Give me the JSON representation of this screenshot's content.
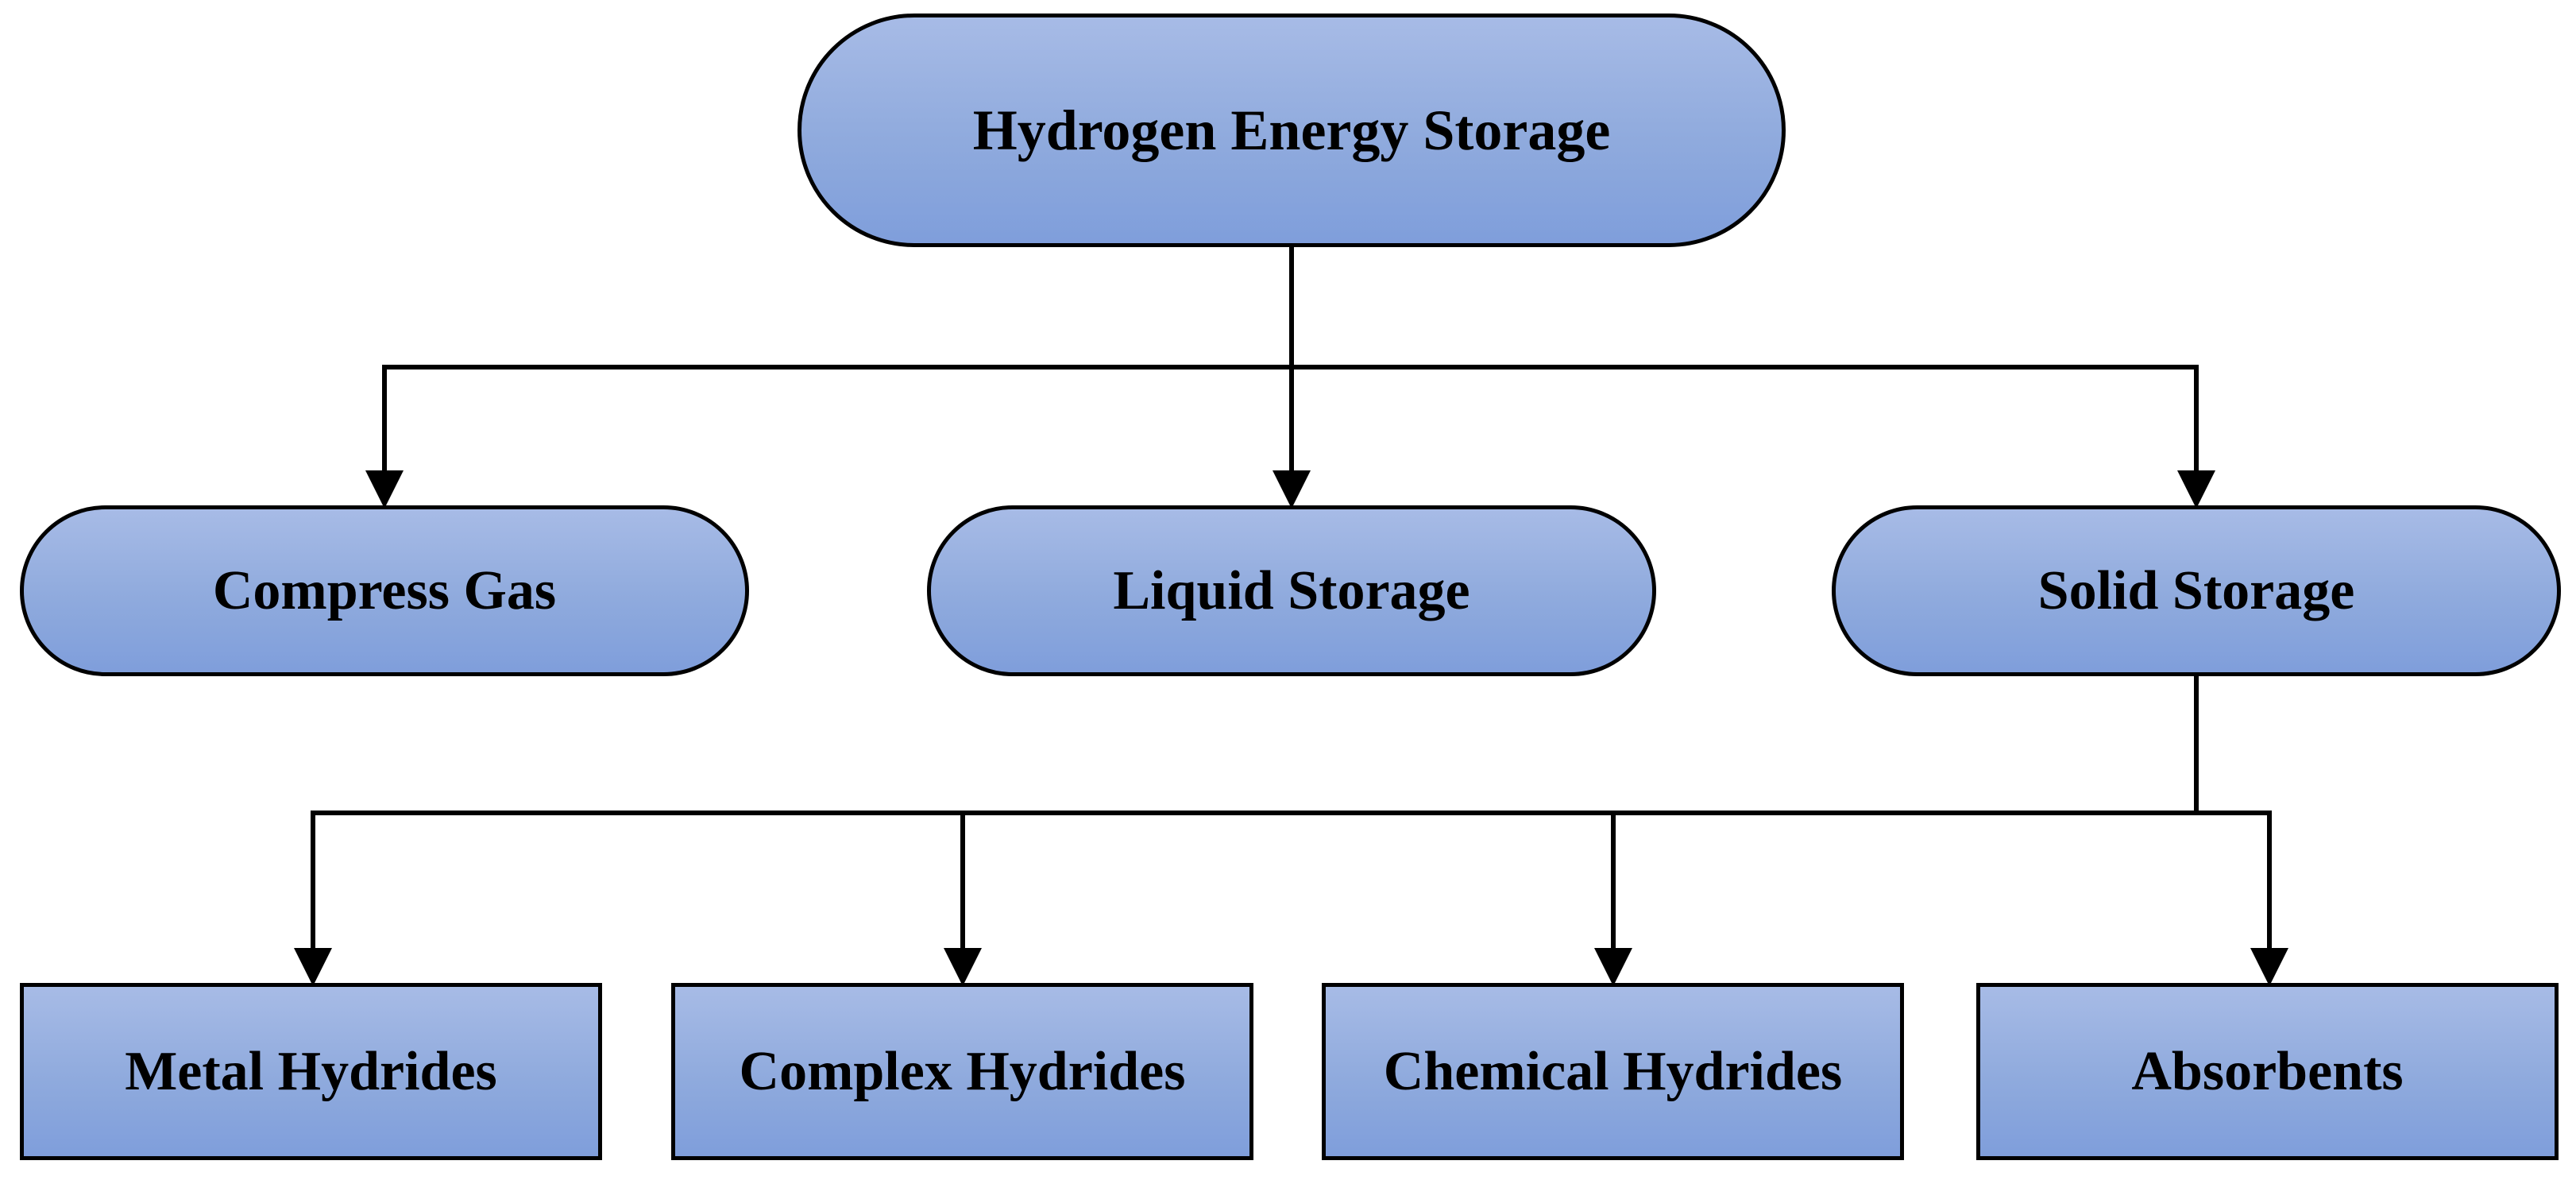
{
  "diagram": {
    "root": {
      "label": "Hydrogen Energy Storage"
    },
    "level1": [
      {
        "label": "Compress Gas"
      },
      {
        "label": "Liquid Storage"
      },
      {
        "label": "Solid Storage"
      }
    ],
    "level2": [
      {
        "label": "Metal Hydrides"
      },
      {
        "label": "Complex Hydrides"
      },
      {
        "label": "Chemical Hydrides"
      },
      {
        "label": "Absorbents"
      }
    ],
    "colors": {
      "node_fill_top": "#a7bbe6",
      "node_fill_bottom": "#7f9edb",
      "stroke": "#000000",
      "text": "#000000"
    }
  }
}
